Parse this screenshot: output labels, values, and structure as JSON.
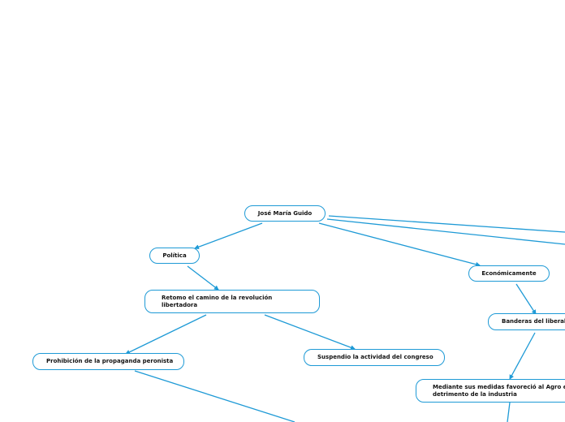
{
  "colors": {
    "line": "#1e9ad6",
    "border": "#1e9ad6",
    "text": "#111111",
    "background": "#ffffff"
  },
  "nodes": {
    "root": "José María Guido",
    "politica": "Política",
    "economicamente": "Económicamente",
    "retomo_line1": "Retomo el camino de la revolución",
    "retomo_line2": "libertadora",
    "prohibicion": "Prohibición de la propaganda peronista",
    "suspendio": "Suspendio la actividad del congreso",
    "banderas": "Banderas del liberal",
    "mediante_line1": "Mediante sus medidas favoreció al Agro e",
    "mediante_line2": "detrimento de la industria"
  }
}
